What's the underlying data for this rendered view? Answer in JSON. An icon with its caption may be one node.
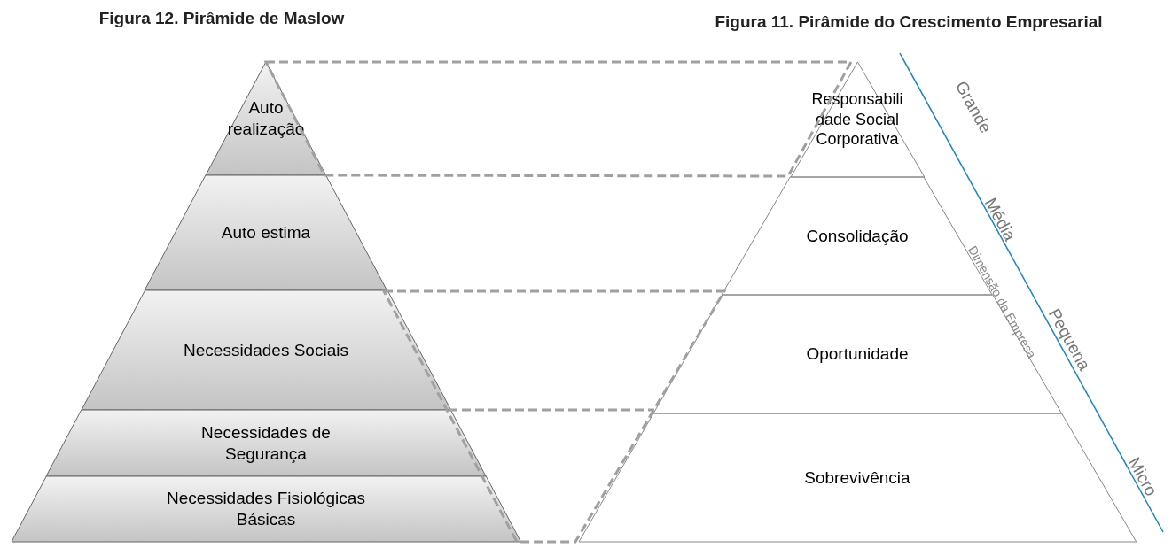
{
  "diagram": {
    "nodes": [
      {
        "text": [
          "Auto realização"
        ]
      },
      {
        "text": [
          "Auto estima"
        ]
      },
      {
        "text": [
          "Necessidades Sociais"
        ]
      },
      {
        "text": [
          "Necessidades de Segurança"
        ]
      },
      {
        "text": [
          "Necessidades Fisiológicas Básicas"
        ]
      },
      {
        "text": [
          "Responsabilidade Social Corporativa"
        ]
      },
      {
        "text": [
          "Consolidação"
        ]
      },
      {
        "text": [
          "Oportunidade"
        ]
      },
      {
        "text": [
          "Sobrevivência"
        ]
      },
      {
        "text": [],
        "shape": "box"
      },
      {
        "text": [],
        "shape": "box"
      }
    ],
    "labels": [
      "Figura 12. Pirâmide de Maslow",
      "Figura 11. Pirâmide do Crescimento Empresarial",
      "Grande",
      "Média",
      "Dimensão da Empresa",
      "Pequena",
      "Micro"
    ]
  }
}
